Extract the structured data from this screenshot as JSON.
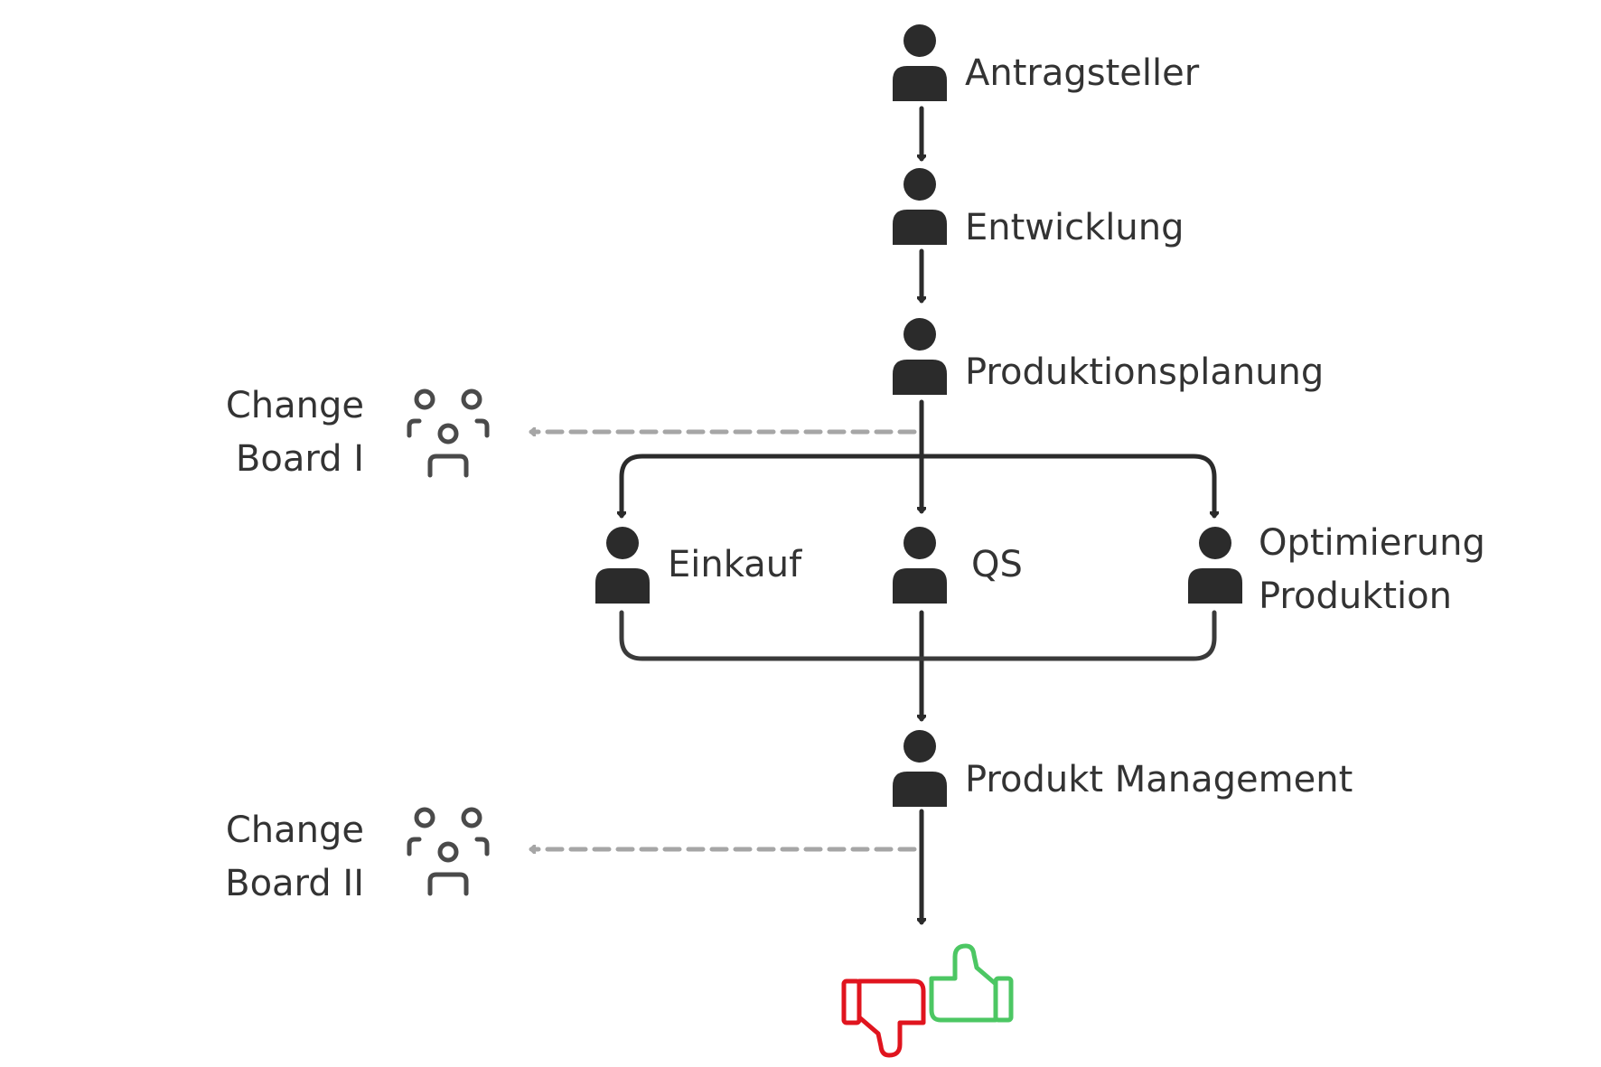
{
  "nodes": {
    "antragsteller": {
      "label": "Antragsteller"
    },
    "entwicklung": {
      "label": "Entwicklung"
    },
    "produktionsplanung": {
      "label": "Produktionsplanung"
    },
    "einkauf": {
      "label": "Einkauf"
    },
    "qs": {
      "label": "QS"
    },
    "optimierung": {
      "line1": "Optimierung",
      "line2": "Produktion"
    },
    "produkt_management": {
      "label": "Produkt Management"
    },
    "change_board_1": {
      "line1": "Change",
      "line2": "Board I"
    },
    "change_board_2": {
      "line1": "Change",
      "line2": "Board II"
    }
  },
  "icons": {
    "person": "person-icon",
    "group": "group-icon",
    "thumbs_up": "thumbs-up-icon",
    "thumbs_down": "thumbs-down-icon"
  },
  "colors": {
    "node": "#2b2b2b",
    "text": "#333333",
    "arrow": "#2b2b2b",
    "dashed_arrow": "#a6a6a6",
    "group_icon": "#4a4a4a",
    "approve": "#4cc763",
    "reject": "#e0141e"
  }
}
